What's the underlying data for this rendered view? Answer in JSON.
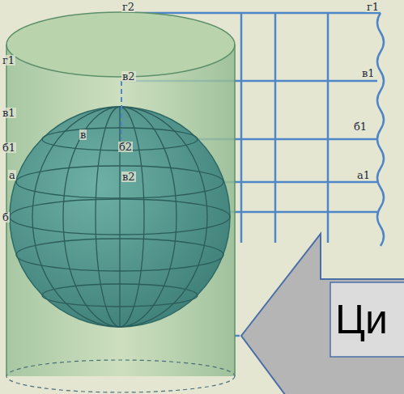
{
  "diagram": {
    "nodes": [
      {
        "text": [
          "Ци"
        ]
      }
    ],
    "labels": [
      "г2",
      "г1",
      "г1",
      "в2",
      "в1",
      "в1",
      "б1",
      "б1",
      "а1",
      "а",
      "б",
      "в",
      "б2",
      "в2"
    ]
  }
}
